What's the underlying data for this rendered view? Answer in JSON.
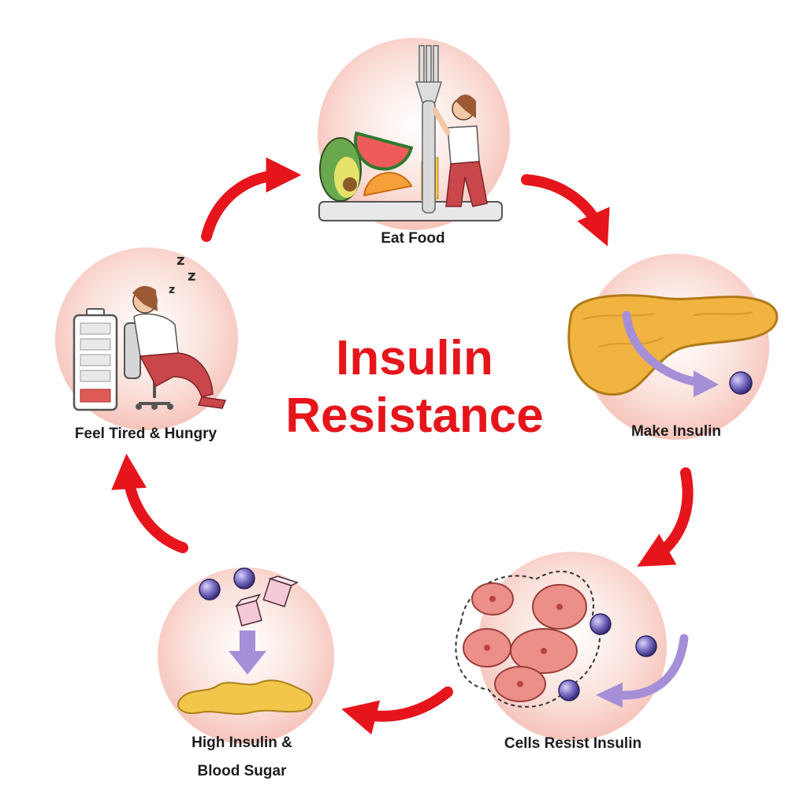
{
  "title": {
    "line1": "Insulin",
    "line2": "Resistance"
  },
  "steps": [
    {
      "label": "Eat Food",
      "icon": "eat-food-icon"
    },
    {
      "label": "Make Insulin",
      "icon": "pancreas-icon"
    },
    {
      "label": "Cells Resist Insulin",
      "icon": "cells-icon"
    },
    {
      "label_line1": "High Insulin &",
      "label_line2": "Blood Sugar",
      "icon": "blood-sugar-icon"
    },
    {
      "label": "Feel Tired & Hungry",
      "icon": "tired-person-icon"
    }
  ],
  "colors": {
    "accent": "#e5151b",
    "circle": "#f9d5cf",
    "insulin_ball": "#7b6fc4",
    "pancreas": "#f2b441",
    "cell": "#ec8f88",
    "arrow_purple": "#a58fd6"
  }
}
